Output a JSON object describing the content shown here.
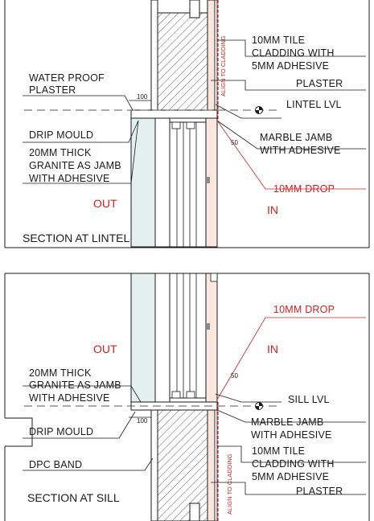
{
  "colors": {
    "line": "#1a1a1a",
    "red": "#d42020",
    "glass": "#e3f0ee",
    "cladding": "#fbe7df",
    "hatch": "#4a4a4a"
  },
  "lintel": {
    "labels": {
      "waterproof_1": "WATER PROOF",
      "waterproof_2": "PLASTER",
      "tile_1": "10MM TILE",
      "tile_2": "CLADDING WITH",
      "tile_3": "5MM ADHESIVE",
      "plaster": "PLASTER",
      "lintel_lvl": "LINTEL LVL",
      "drip": "DRIP MOULD",
      "granite_1": "20MM THICK",
      "granite_2": "GRANITE AS JAMB",
      "granite_3": "WITH ADHESIVE",
      "marble_1": "MARBLE JAMB",
      "marble_2": "WITH ADHESIVE",
      "drop": "10MM DROP",
      "out": "OUT",
      "in": "IN",
      "align": "ALIGN TO CLADDING",
      "dim_100": "100",
      "dim_50": "50"
    },
    "title": "SECTION AT LINTEL"
  },
  "sill": {
    "labels": {
      "drop": "10MM DROP",
      "out": "OUT",
      "in": "IN",
      "granite_1": "20MM THICK",
      "granite_2": "GRANITE AS JAMB",
      "granite_3": "WITH ADHESIVE",
      "sill_lvl": "SILL LVL",
      "marble_1": "MARBLE JAMB",
      "marble_2": "WITH ADHESIVE",
      "drip": "DRIP MOULD",
      "tile_1": "10MM TILE",
      "tile_2": "CLADDING WITH",
      "tile_3": "5MM  ADHESIVE",
      "dpc": "DPC BAND",
      "plaster": "PLASTER",
      "align": "ALIGN TO CLADDING",
      "dim_100": "100",
      "dim_50": "50"
    },
    "title": "SECTION AT SILL"
  }
}
